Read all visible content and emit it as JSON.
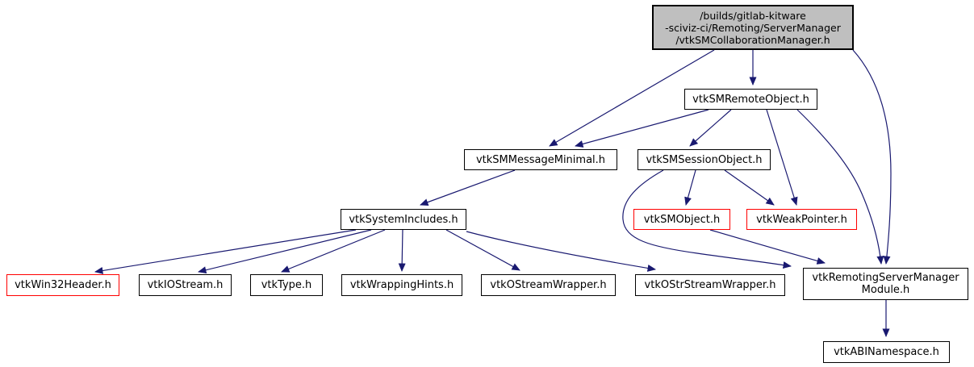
{
  "diagram": {
    "type": "include-dependency-graph",
    "background_color": "#ffffff",
    "edge_color": "#191970",
    "node_fill": "#ffffff",
    "root_node_fill": "#bfbfbf",
    "node_border_color": "#000000",
    "truncated_node_border_color": "#ff0000"
  },
  "nodes": [
    {
      "id": "root",
      "label": "/builds/gitlab-kitware\n-sciviz-ci/Remoting/ServerManager\n/vtkSMCollaborationManager.h",
      "is_root": true,
      "truncated": false
    },
    {
      "id": "vtkSMRemoteObject",
      "label": "vtkSMRemoteObject.h",
      "truncated": false
    },
    {
      "id": "vtkSMMessageMinimal",
      "label": "vtkSMMessageMinimal.h",
      "truncated": false
    },
    {
      "id": "vtkSMSessionObject",
      "label": "vtkSMSessionObject.h",
      "truncated": false
    },
    {
      "id": "vtkSystemIncludes",
      "label": "vtkSystemIncludes.h",
      "truncated": false
    },
    {
      "id": "vtkSMObject",
      "label": "vtkSMObject.h",
      "truncated": true
    },
    {
      "id": "vtkWeakPointer",
      "label": "vtkWeakPointer.h",
      "truncated": true
    },
    {
      "id": "vtkWin32Header",
      "label": "vtkWin32Header.h",
      "truncated": true
    },
    {
      "id": "vtkIOStream",
      "label": "vtkIOStream.h",
      "truncated": false
    },
    {
      "id": "vtkType",
      "label": "vtkType.h",
      "truncated": false
    },
    {
      "id": "vtkWrappingHints",
      "label": "vtkWrappingHints.h",
      "truncated": false
    },
    {
      "id": "vtkOStreamWrapper",
      "label": "vtkOStreamWrapper.h",
      "truncated": false
    },
    {
      "id": "vtkOStrStreamWrapper",
      "label": "vtkOStrStreamWrapper.h",
      "truncated": false
    },
    {
      "id": "vtkRemotingServerManagerModule",
      "label": "vtkRemotingServerManager\nModule.h",
      "truncated": false
    },
    {
      "id": "vtkABINamespace",
      "label": "vtkABINamespace.h",
      "truncated": false
    }
  ],
  "edges": [
    {
      "from": "root",
      "to": "vtkSMMessageMinimal"
    },
    {
      "from": "root",
      "to": "vtkSMRemoteObject"
    },
    {
      "from": "root",
      "to": "vtkRemotingServerManagerModule"
    },
    {
      "from": "vtkSMRemoteObject",
      "to": "vtkSMMessageMinimal"
    },
    {
      "from": "vtkSMRemoteObject",
      "to": "vtkSMSessionObject"
    },
    {
      "from": "vtkSMRemoteObject",
      "to": "vtkWeakPointer"
    },
    {
      "from": "vtkSMRemoteObject",
      "to": "vtkRemotingServerManagerModule"
    },
    {
      "from": "vtkSMSessionObject",
      "to": "vtkSMObject"
    },
    {
      "from": "vtkSMSessionObject",
      "to": "vtkWeakPointer"
    },
    {
      "from": "vtkSMSessionObject",
      "to": "vtkRemotingServerManagerModule"
    },
    {
      "from": "vtkSMMessageMinimal",
      "to": "vtkSystemIncludes"
    },
    {
      "from": "vtkSMObject",
      "to": "vtkRemotingServerManagerModule"
    },
    {
      "from": "vtkSystemIncludes",
      "to": "vtkWin32Header"
    },
    {
      "from": "vtkSystemIncludes",
      "to": "vtkIOStream"
    },
    {
      "from": "vtkSystemIncludes",
      "to": "vtkType"
    },
    {
      "from": "vtkSystemIncludes",
      "to": "vtkWrappingHints"
    },
    {
      "from": "vtkSystemIncludes",
      "to": "vtkOStreamWrapper"
    },
    {
      "from": "vtkSystemIncludes",
      "to": "vtkOStrStreamWrapper"
    },
    {
      "from": "vtkRemotingServerManagerModule",
      "to": "vtkABINamespace"
    }
  ]
}
